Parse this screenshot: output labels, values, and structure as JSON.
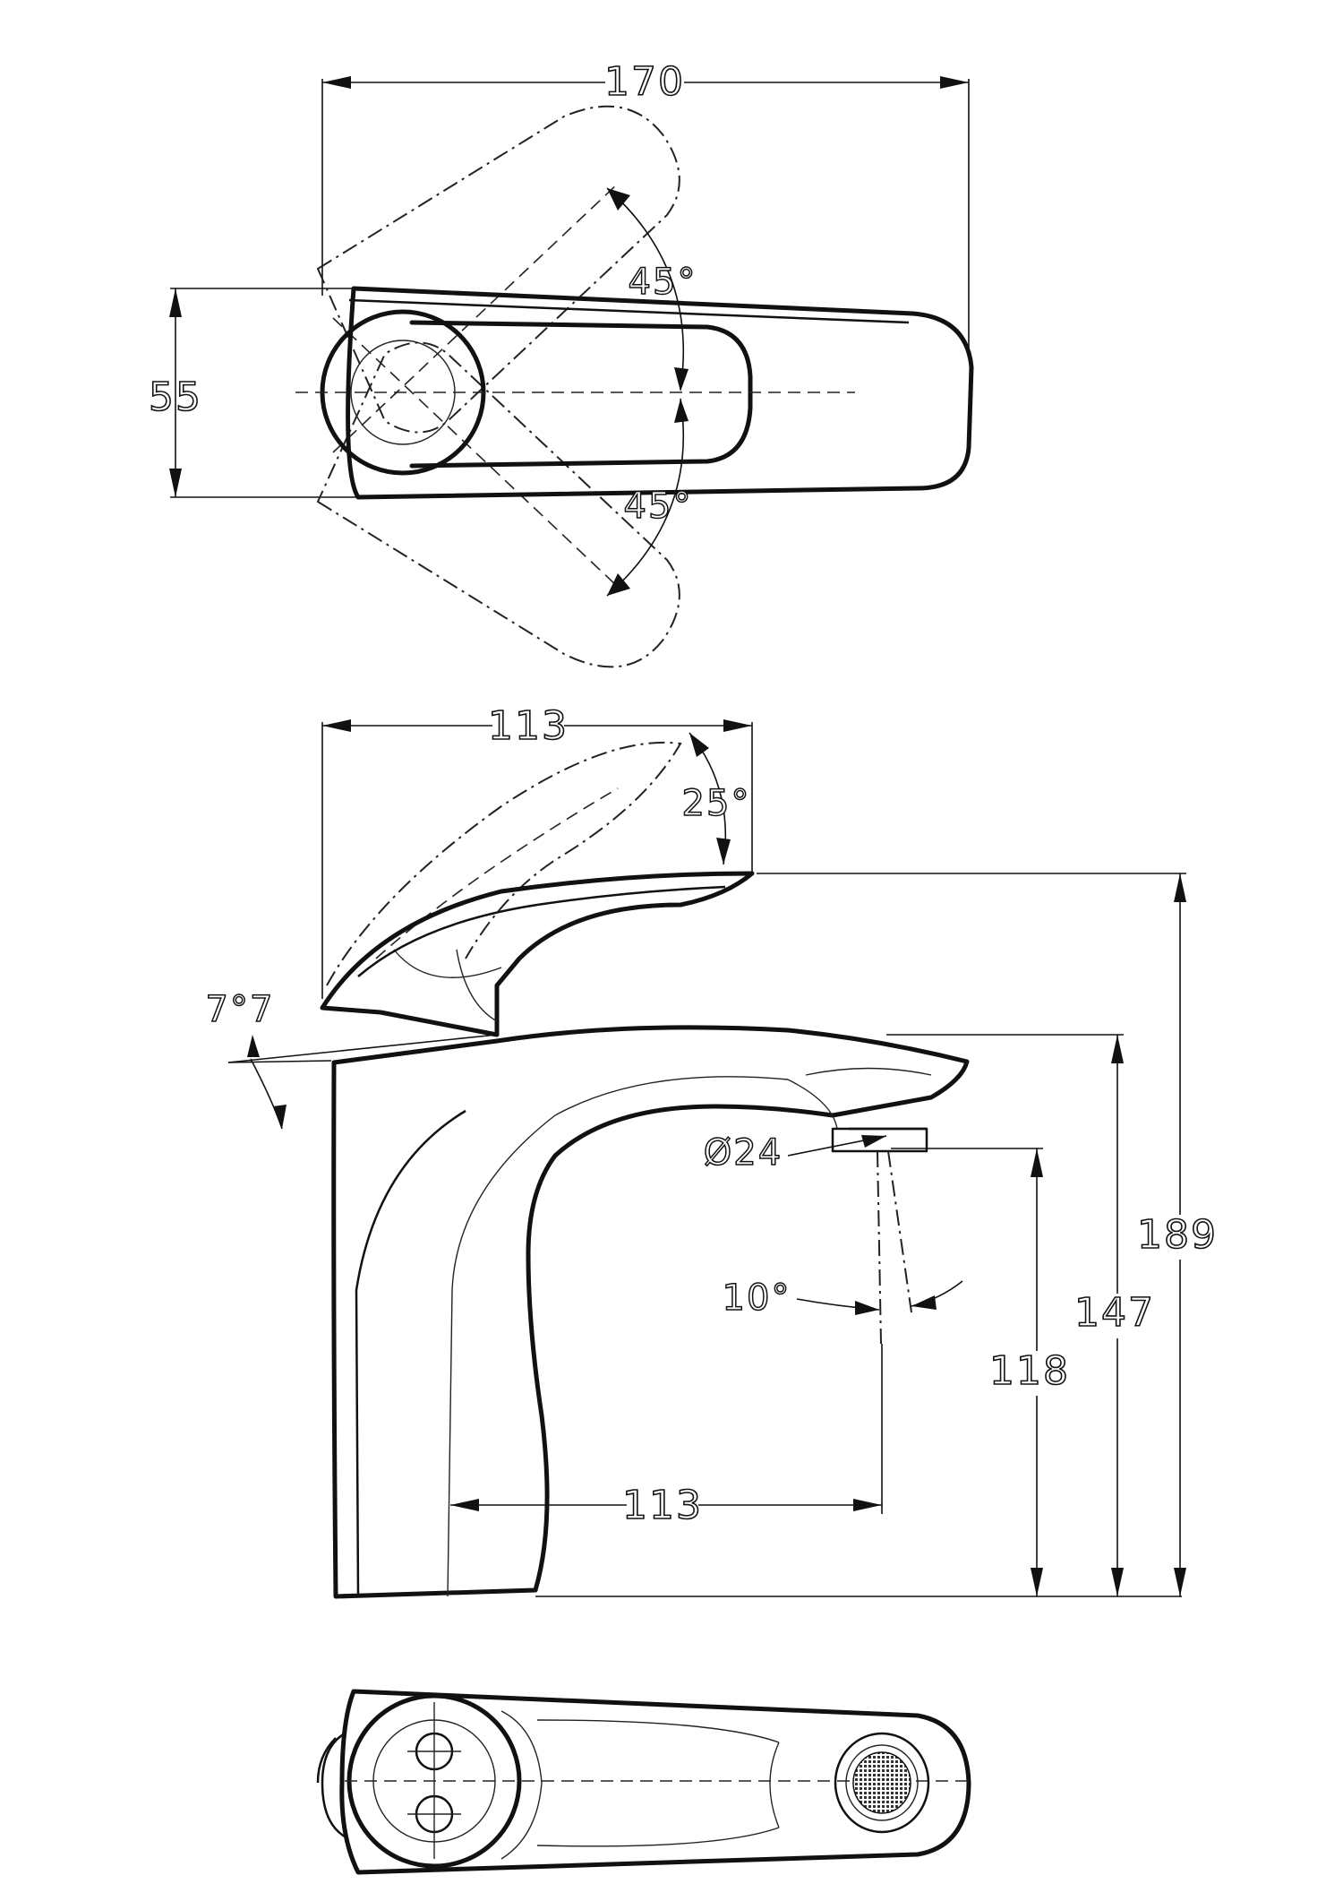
{
  "dimensions": {
    "top_width": "170",
    "top_depth": "55",
    "swivel_angle_upper": "45°",
    "swivel_angle_lower": "45°",
    "side_handle_depth": "113",
    "lever_tilt": "25°",
    "base_tilt": "7°7",
    "aerator_diameter": "Ø24",
    "jet_angle": "10°",
    "spout_reach": "113",
    "spout_clearance": "118",
    "spout_height": "147",
    "total_height": "189"
  }
}
